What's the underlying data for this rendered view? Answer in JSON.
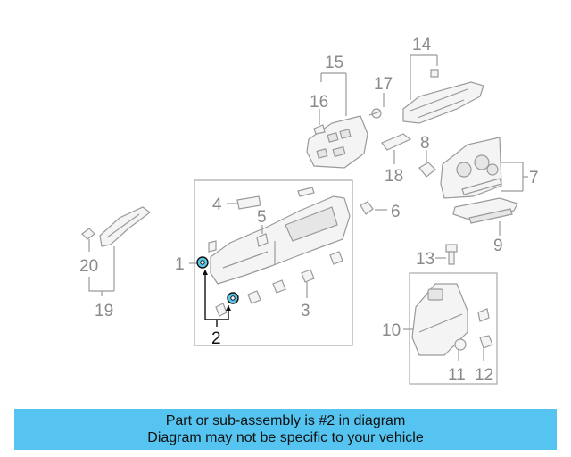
{
  "callouts": {
    "c1": "1",
    "c2": "2",
    "c3": "3",
    "c4": "4",
    "c5": "5",
    "c6": "6",
    "c7": "7",
    "c8": "8",
    "c9": "9",
    "c10": "10",
    "c11": "11",
    "c12": "12",
    "c13": "13",
    "c14": "14",
    "c15": "15",
    "c16": "16",
    "c17": "17",
    "c18": "18",
    "c19": "19",
    "c20": "20"
  },
  "highlight": {
    "part_number": "2",
    "color": "#5bc8e8"
  },
  "banner": {
    "line1": "Part or sub-assembly is #2 in diagram",
    "line2": "Diagram may not be specific to your vehicle",
    "color": "#55c4f0"
  }
}
